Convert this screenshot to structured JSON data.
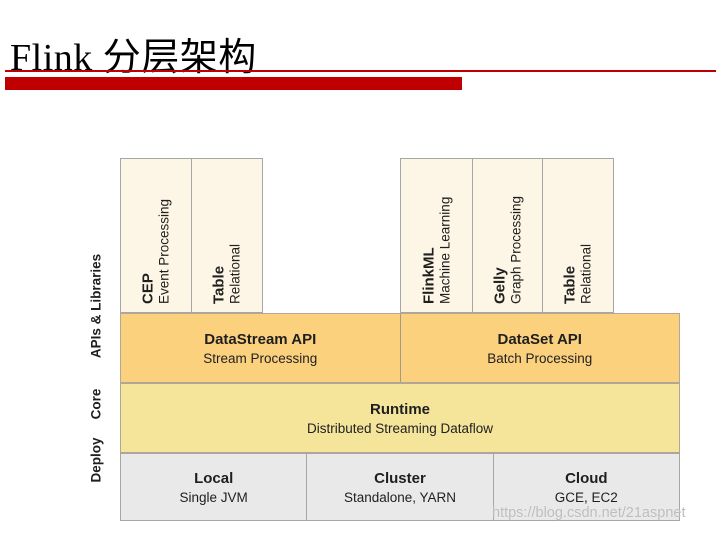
{
  "page": {
    "title": "Flink 分层架构",
    "watermark": "https://blog.csdn.net/21aspnet"
  },
  "colors": {
    "accent_red": "#c00000",
    "library_box_bg": "#fdf5e5",
    "api_band_bg": "#fcd17e",
    "core_band_bg": "#f4e59b",
    "deploy_band_bg": "#e9e9e9"
  },
  "diagram": {
    "side_labels": {
      "apis": "APIs & Libraries",
      "core": "Core",
      "deploy": "Deploy"
    },
    "libraries": {
      "stream_group": [
        {
          "name": "CEP",
          "subtitle": "Event Processing"
        },
        {
          "name": "Table",
          "subtitle": "Relational"
        }
      ],
      "batch_group": [
        {
          "name": "FlinkML",
          "subtitle": "Machine Learning"
        },
        {
          "name": "Gelly",
          "subtitle": "Graph Processing"
        },
        {
          "name": "Table",
          "subtitle": "Relational"
        }
      ]
    },
    "api_layer": [
      {
        "name": "DataStream API",
        "subtitle": "Stream Processing"
      },
      {
        "name": "DataSet API",
        "subtitle": "Batch Processing"
      }
    ],
    "core_layer": {
      "name": "Runtime",
      "subtitle": "Distributed Streaming Dataflow"
    },
    "deploy_layer": [
      {
        "name": "Local",
        "subtitle": "Single JVM"
      },
      {
        "name": "Cluster",
        "subtitle": "Standalone, YARN"
      },
      {
        "name": "Cloud",
        "subtitle": "GCE, EC2"
      }
    ]
  }
}
